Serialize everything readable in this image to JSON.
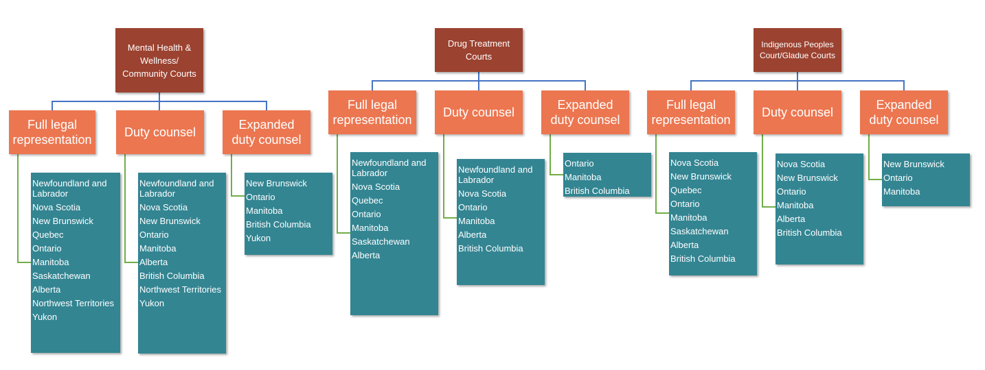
{
  "colors": {
    "root_fill": "#9b4230",
    "category_fill": "#ec7650",
    "list_fill": "#338592",
    "root_connector": "#4472c4",
    "list_connector": "#70ad47",
    "text": "#ffffff"
  },
  "trees": [
    {
      "root": "Mental Health & Wellness/ Community Courts",
      "categories": [
        {
          "label": "Full legal representation",
          "items": [
            "Newfoundland and Labrador",
            "Nova Scotia",
            "New Brunswick",
            "Quebec",
            "Ontario",
            "Manitoba",
            "Saskatchewan",
            "Alberta",
            "Northwest Territories",
            "Yukon"
          ]
        },
        {
          "label": "Duty counsel",
          "items": [
            "Newfoundland and Labrador",
            "Nova Scotia",
            "New Brunswick",
            "Ontario",
            "Manitoba",
            "Alberta",
            "British Columbia",
            "Northwest Territories",
            "Yukon"
          ]
        },
        {
          "label": "Expanded duty counsel",
          "items": [
            "New Brunswick",
            "Ontario",
            "Manitoba",
            "British Columbia",
            "Yukon"
          ]
        }
      ]
    },
    {
      "root": "Drug Treatment Courts",
      "categories": [
        {
          "label": "Full legal representation",
          "items": [
            "Newfoundland and Labrador",
            "Nova Scotia",
            "Quebec",
            "Ontario",
            "Manitoba",
            "Saskatchewan",
            "Alberta"
          ]
        },
        {
          "label": "Duty counsel",
          "items": [
            "Newfoundland and Labrador",
            "Nova Scotia",
            "Ontario",
            "Manitoba",
            "Alberta",
            "British Columbia"
          ]
        },
        {
          "label": "Expanded duty counsel",
          "items": [
            "Ontario",
            "Manitoba",
            "British Columbia"
          ]
        }
      ]
    },
    {
      "root": "Indigenous Peoples Court/Gladue Courts",
      "categories": [
        {
          "label": "Full legal representation",
          "items": [
            "Nova Scotia",
            "New Brunswick",
            "Quebec",
            "Ontario",
            "Manitoba",
            "Saskatchewan",
            "Alberta",
            "British Columbia"
          ]
        },
        {
          "label": "Duty counsel",
          "items": [
            "Nova Scotia",
            "New Brunswick",
            "Ontario",
            "Manitoba",
            "Alberta",
            "British Columbia"
          ]
        },
        {
          "label": "Expanded duty counsel",
          "items": [
            "New Brunswick",
            "Ontario",
            "Manitoba"
          ]
        }
      ]
    }
  ]
}
